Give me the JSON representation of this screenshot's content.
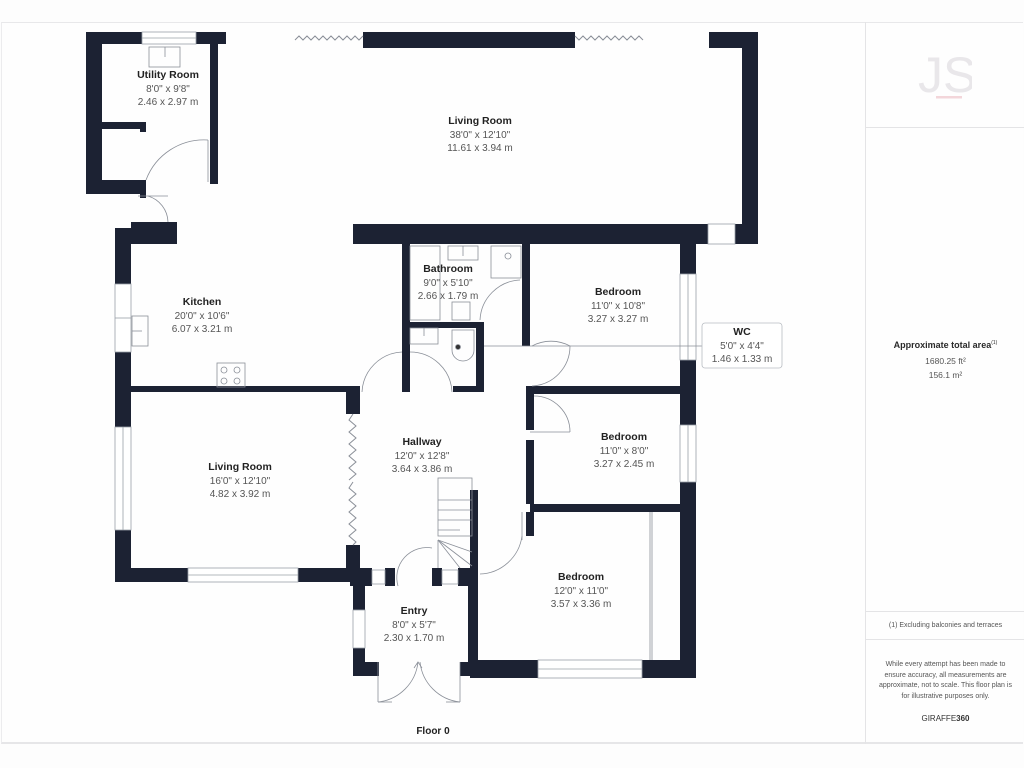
{
  "plan": {
    "floor_label": "Floor 0",
    "rooms": {
      "utility": {
        "name": "Utility Room",
        "imperial": "8'0\" x 9'8\"",
        "metric": "2.46 x 2.97 m"
      },
      "living_top": {
        "name": "Living Room",
        "imperial": "38'0\" x 12'10\"",
        "metric": "11.61 x 3.94 m"
      },
      "kitchen": {
        "name": "Kitchen",
        "imperial": "20'0\" x 10'6\"",
        "metric": "6.07 x 3.21 m"
      },
      "bathroom": {
        "name": "Bathroom",
        "imperial": "9'0\" x 5'10\"",
        "metric": "2.66 x 1.79 m"
      },
      "bedroom_1": {
        "name": "Bedroom",
        "imperial": "11'0\" x 10'8\"",
        "metric": "3.27 x 3.27 m"
      },
      "wc": {
        "name": "WC",
        "imperial": "5'0\" x 4'4\"",
        "metric": "1.46 x 1.33 m"
      },
      "bedroom_2": {
        "name": "Bedroom",
        "imperial": "11'0\" x 8'0\"",
        "metric": "3.27 x 2.45 m"
      },
      "living_left": {
        "name": "Living Room",
        "imperial": "16'0\" x 12'10\"",
        "metric": "4.82 x 3.92 m"
      },
      "hallway": {
        "name": "Hallway",
        "imperial": "12'0\" x 12'8\"",
        "metric": "3.64 x 3.86 m"
      },
      "bedroom_3": {
        "name": "Bedroom",
        "imperial": "12'0\" x 11'0\"",
        "metric": "3.57 x 3.36 m"
      },
      "entry": {
        "name": "Entry",
        "imperial": "8'0\" x 5'7\"",
        "metric": "2.30 x 1.70 m"
      }
    }
  },
  "sidebar": {
    "logo_text": "JS",
    "area_title": "Approximate total area",
    "area_footnote_mark": "(1)",
    "area_sqft": "1680.25 ft²",
    "area_sqm": "156.1 m²",
    "footnote": "(1) Excluding balconies and terraces",
    "disclaimer": "While every attempt has been made to ensure accuracy, all measurements are approximate, not to scale. This floor plan is for illustrative purposes only.",
    "brand_light": "GIRAFFE",
    "brand_bold": "360"
  },
  "colors": {
    "wall": "#1c2233",
    "logo_grey": "#e9e7ea",
    "logo_pink": "#f3d6da"
  }
}
